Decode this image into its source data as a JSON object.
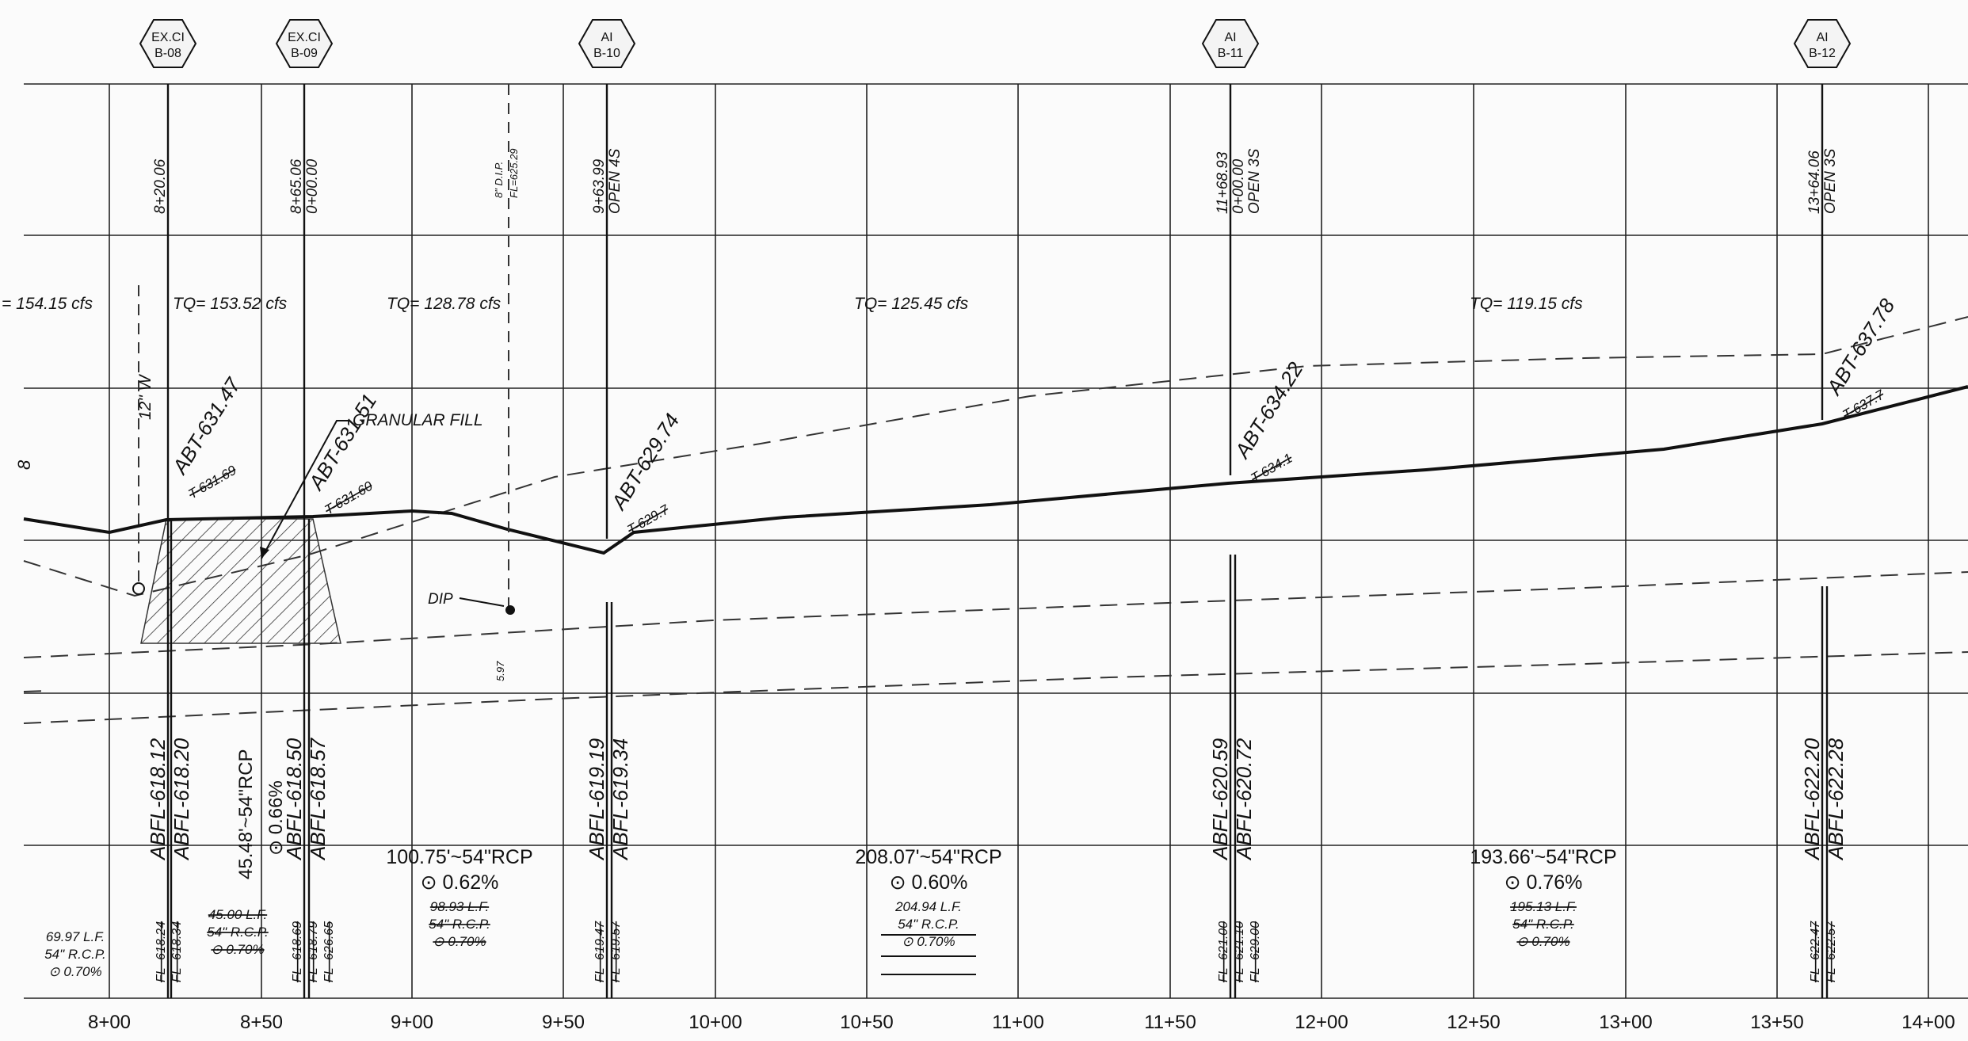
{
  "stations": [
    "8+00",
    "8+50",
    "9+00",
    "9+50",
    "10+00",
    "10+50",
    "11+00",
    "11+50",
    "12+00",
    "12+50",
    "13+00",
    "13+50",
    "14+00"
  ],
  "structures": [
    {
      "tag_line1": "EX.CI",
      "tag_line2": "B-08",
      "station_label": "8+20.06",
      "station_label2": "",
      "station_label3": "",
      "top_old": "T-631.69",
      "top_new": "ABT-631.47",
      "fl_in": "ABFL-618.12",
      "fl_out": "ABFL-618.20",
      "fl_old_in": "FL -618.24",
      "fl_old_out": "FL -618.34",
      "fl_old_other": ""
    },
    {
      "tag_line1": "EX.CI",
      "tag_line2": "B-09",
      "station_label": "8+65.06",
      "station_label2": "0+00.00",
      "station_label3": "",
      "top_old": "T-631.60",
      "top_new": "ABT-631.51",
      "fl_in": "ABFL-618.50",
      "fl_out": "ABFL-618.57",
      "fl_old_in": "FL -618.69",
      "fl_old_out": "FL -618.79",
      "fl_old_other": "FL -626.65"
    },
    {
      "tag_line1": "AI",
      "tag_line2": "B-10",
      "station_label": "9+63.99",
      "station_label2": "OPEN 4S",
      "station_label3": "",
      "top_old": "T-629.7",
      "top_new": "ABT-629.74",
      "fl_in": "ABFL-619.19",
      "fl_out": "ABFL-619.34",
      "fl_old_in": "FL -619.47",
      "fl_old_out": "FL -619.57",
      "fl_old_other": ""
    },
    {
      "tag_line1": "AI",
      "tag_line2": "B-11",
      "station_label": "11+68.93",
      "station_label2": "0+00.00",
      "station_label3": "OPEN 3S",
      "top_old": "T-634.1",
      "top_new": "ABT-634.22",
      "fl_in": "ABFL-620.59",
      "fl_out": "ABFL-620.72",
      "fl_old_in": "FL -621.00",
      "fl_old_out": "FL -621.10",
      "fl_old_other": "FL -629.00"
    },
    {
      "tag_line1": "AI",
      "tag_line2": "B-12",
      "station_label": "13+64.06",
      "station_label2": "OPEN 3S",
      "station_label3": "",
      "top_old": "T-637.7",
      "top_new": "ABT-637.78",
      "fl_in": "ABFL-622.20",
      "fl_out": "ABFL-622.28",
      "fl_old_in": "FL -622.47",
      "fl_old_out": "FL -622.57",
      "fl_old_other": ""
    }
  ],
  "flows": [
    "= 154.15 cfs",
    "TQ= 153.52 cfs",
    "TQ= 128.78 cfs",
    "TQ= 125.45 cfs",
    "TQ= 119.15 cfs"
  ],
  "pipe_runs": [
    {
      "new_len": "",
      "new_slope": "",
      "old_len": "69.97 L.F.",
      "old_size": "54\" R.C.P.",
      "old_slope": "⊙ 0.70%"
    },
    {
      "new_len": "45.48'~54\"RCP",
      "new_slope": "⊙ 0.66%",
      "old_len": "45.00 L.F.",
      "old_size": "54\" R.C.P.",
      "old_slope": "⊙ 0.70%"
    },
    {
      "new_len": "100.75'~54\"RCP",
      "new_slope": "⊙ 0.62%",
      "old_len": "98.93 L.F.",
      "old_size": "54\" R.C.P.",
      "old_slope": "⊙ 0.70%"
    },
    {
      "new_len": "208.07'~54\"RCP",
      "new_slope": "⊙ 0.60%",
      "old_len": "204.94 L.F.",
      "old_size": "54\" R.C.P.",
      "old_slope": "⊙ 0.70%"
    },
    {
      "new_len": "193.66'~54\"RCP",
      "new_slope": "⊙ 0.76%",
      "old_len": "195.13 L.F.",
      "old_size": "54\" R.C.P.",
      "old_slope": "⊙ 0.70%"
    }
  ],
  "annotations": {
    "granular_fill": "GRANULAR FILL",
    "water_line": "12\" W",
    "dip": "DIP",
    "dip_size": "8\" D.I.P.",
    "dip_fl": "FL=625.29",
    "dip_clearance": "5.97",
    "left_edge_mark": "8"
  }
}
